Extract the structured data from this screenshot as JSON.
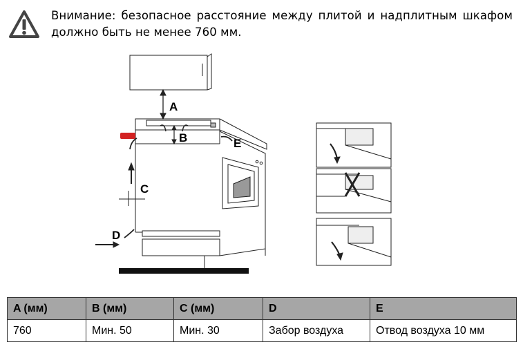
{
  "warning": {
    "icon": "warning-icon",
    "text": "Внимание: безопасное расстояние между плитой и надплитным шкафом должно быть не менее 760 мм."
  },
  "figure_labels": {
    "a": "A",
    "b": "B",
    "c": "C",
    "d": "D",
    "e": "E"
  },
  "table": {
    "headers": [
      "A (мм)",
      "B (мм)",
      "C (мм)",
      "D",
      "E"
    ],
    "row": [
      "760",
      "Мин. 50",
      "Мин. 30",
      "Забор воздуха",
      "Отвод воздуха 10 мм"
    ]
  },
  "colors": {
    "header_bg": "#a6a6a6",
    "accent_red": "#d32222"
  }
}
